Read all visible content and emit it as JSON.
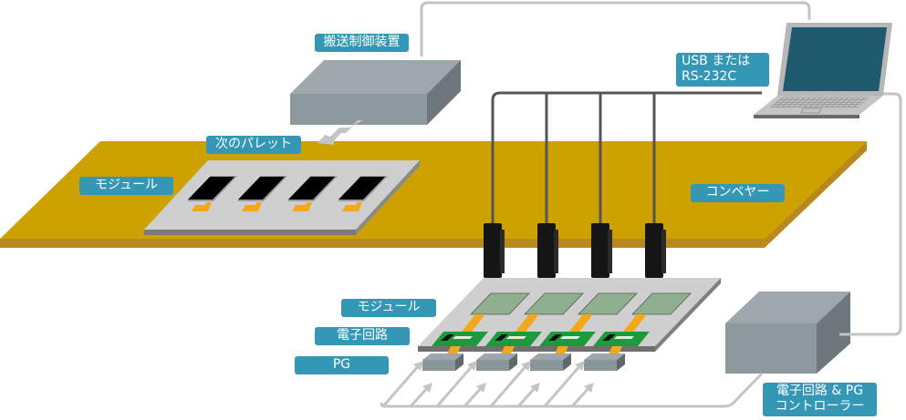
{
  "diagram": {
    "labels": {
      "transport_controller": "搬送制御装置",
      "next_pallet": "次のパレット",
      "module_on_pallet": "モジュール",
      "conveyor": "コンベヤー",
      "usb_or_rs232c": [
        "USB または",
        "RS-232C"
      ],
      "module": "モジュール",
      "circuit": "電子回路",
      "pg": "PG",
      "circuit_pg_controller": [
        "電子回路 & PG",
        "コントローラー"
      ]
    },
    "counts": {
      "pallet_modules": 4,
      "sensors": 4,
      "test_stations": 4,
      "pg_units": 4
    },
    "colors": {
      "label_bg": "#3497b6",
      "label_text": "#ffffff",
      "conveyor": "#cda200",
      "conveyor_edge": "#b88a1e",
      "pallet": "#cfcfcf",
      "pallet_edge": "#7a7a7a",
      "module_screen": "#000000",
      "flex_cable": "#f3a81b",
      "box_top": "#9da7ac",
      "box_front": "#8e999e",
      "box_side": "#6e777b",
      "cable_dark": "#555555",
      "cable_light": "#c4c4c4",
      "pcb": "#1d9a3c",
      "lcd": "#8fb08e",
      "laptop_screen": "#1f5a6e",
      "sensor": "#151515"
    }
  }
}
